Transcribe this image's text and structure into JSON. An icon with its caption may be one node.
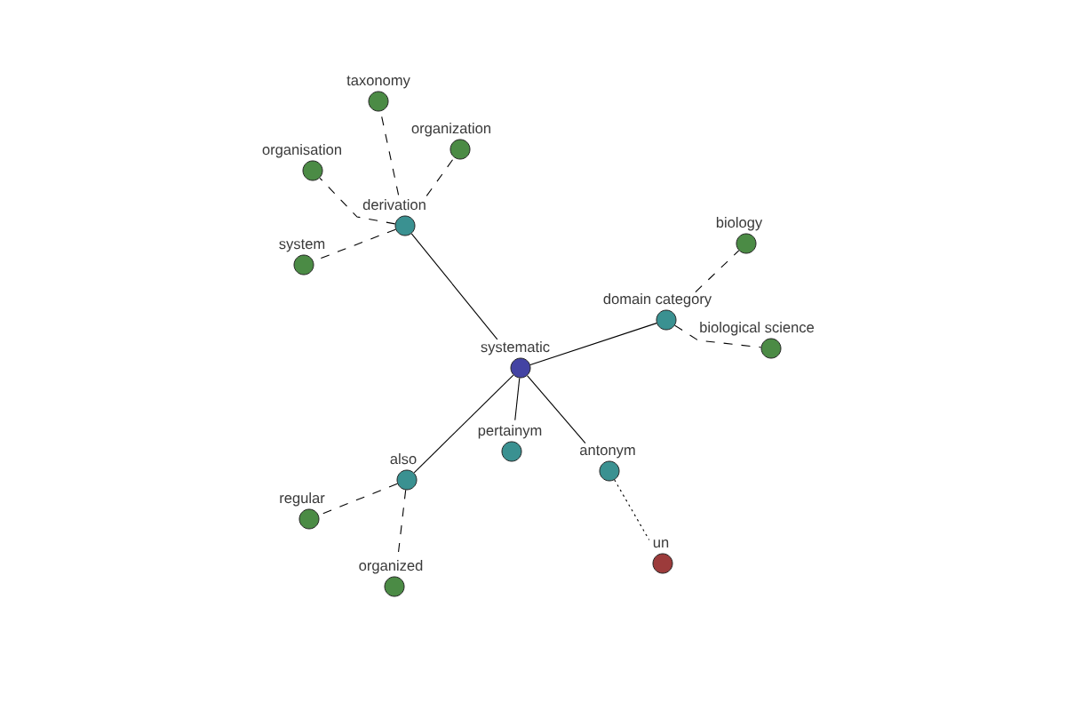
{
  "diagram": {
    "nodes": [
      {
        "text": [
          "systematic"
        ]
      },
      {
        "text": [
          "derivation"
        ]
      },
      {
        "text": [
          "taxonomy"
        ]
      },
      {
        "text": [
          "organisation"
        ]
      },
      {
        "text": [
          "organization"
        ]
      },
      {
        "text": [
          "system"
        ]
      },
      {
        "text": [
          "domain category"
        ]
      },
      {
        "text": [
          "biology"
        ]
      },
      {
        "text": [
          "biological science"
        ]
      },
      {
        "text": [
          "pertainym"
        ]
      },
      {
        "text": [
          "antonym"
        ]
      },
      {
        "text": [
          "un"
        ]
      },
      {
        "text": [
          "also"
        ]
      },
      {
        "text": [
          "regular"
        ]
      },
      {
        "text": [
          "organized"
        ]
      }
    ],
    "edges": [
      {
        "from": 0,
        "to": 1,
        "arrow": "none"
      },
      {
        "from": 1,
        "to": 2,
        "arrow": "none",
        "style": "dashed"
      },
      {
        "from": 1,
        "to": 3,
        "arrow": "none",
        "style": "dashed"
      },
      {
        "from": 1,
        "to": 4,
        "arrow": "none",
        "style": "dashed"
      },
      {
        "from": 1,
        "to": 5,
        "arrow": "none",
        "style": "dashed"
      },
      {
        "from": 0,
        "to": 6,
        "arrow": "none"
      },
      {
        "from": 6,
        "to": 7,
        "arrow": "none",
        "style": "dashed"
      },
      {
        "from": 6,
        "to": 8,
        "arrow": "none",
        "style": "dashed"
      },
      {
        "from": 0,
        "to": 9,
        "arrow": "none"
      },
      {
        "from": 0,
        "to": 10,
        "arrow": "none"
      },
      {
        "from": 10,
        "to": 11,
        "arrow": "none",
        "style": "dashed"
      },
      {
        "from": 0,
        "to": 12,
        "arrow": "none"
      },
      {
        "from": 12,
        "to": 13,
        "arrow": "none",
        "style": "dashed"
      },
      {
        "from": 12,
        "to": 14,
        "arrow": "none",
        "style": "dashed"
      }
    ]
  }
}
